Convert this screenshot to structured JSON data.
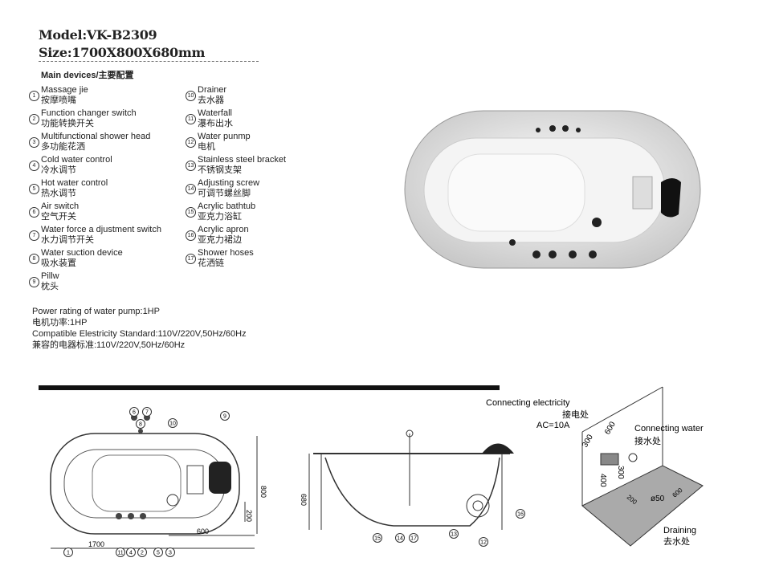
{
  "header": {
    "model": "Model:VK-B2309",
    "size": "Size:1700X800X680mm"
  },
  "devices": {
    "title": "Main devices/主要配置",
    "items": [
      {
        "n": "1",
        "en": "Massage jie",
        "zh": "按摩喷嘴"
      },
      {
        "n": "2",
        "en": "Function changer switch",
        "zh": "功能转换开关"
      },
      {
        "n": "3",
        "en": "Multifunctional shower head",
        "zh": "多功能花洒"
      },
      {
        "n": "4",
        "en": "Cold water control",
        "zh": "冷水调节"
      },
      {
        "n": "5",
        "en": "Hot water control",
        "zh": "热水调节"
      },
      {
        "n": "6",
        "en": "Air switch",
        "zh": "空气开关"
      },
      {
        "n": "7",
        "en": "Water force a djustment switch",
        "zh": "水力调节开关"
      },
      {
        "n": "8",
        "en": "Water suction device",
        "zh": "吸水装置"
      },
      {
        "n": "9",
        "en": "Pillw",
        "zh": "枕头"
      },
      {
        "n": "10",
        "en": "Drainer",
        "zh": "去水器"
      },
      {
        "n": "11",
        "en": "Waterfall",
        "zh": "瀑布出水"
      },
      {
        "n": "12",
        "en": "Water punmp",
        "zh": "电机"
      },
      {
        "n": "13",
        "en": "Stainless steel bracket",
        "zh": "不锈钢支架"
      },
      {
        "n": "14",
        "en": "Adjusting screw",
        "zh": "可调节螺丝脚"
      },
      {
        "n": "15",
        "en": "Acrylic bathtub",
        "zh": "亚克力浴缸"
      },
      {
        "n": "16",
        "en": "Acrylic apron",
        "zh": "亚克力裙边"
      },
      {
        "n": "17",
        "en": "Shower hoses",
        "zh": "花洒链"
      }
    ]
  },
  "power": {
    "lines": [
      "Power rating of water pump:1HP",
      "电机功率:1HP",
      "Compatible Elestricity Standard:110V/220V,50Hz/60Hz",
      "兼容的电器标准:110V/220V,50Hz/60Hz"
    ]
  },
  "top_view": {
    "dims": {
      "length": "1700",
      "width": "800",
      "d200": "200",
      "d600": "600"
    },
    "callouts": [
      "6",
      "7",
      "8",
      "10",
      "9",
      "1",
      "11",
      "4",
      "2",
      "5",
      "3"
    ]
  },
  "side_view": {
    "dims": {
      "height": "680"
    },
    "callouts": [
      "15",
      "14",
      "17",
      "13",
      "12",
      "16"
    ]
  },
  "install": {
    "electricity_en": "Connecting electricity",
    "electricity_zh": "接电处",
    "ac": "AC=10A",
    "water_en": "Connecting water",
    "water_zh": "接水处",
    "drain_en": "Draining",
    "drain_zh": "去水处",
    "dims": {
      "d300a": "300",
      "d600a": "600",
      "d400": "400",
      "d300b": "300",
      "d200": "200",
      "d50": "ø50",
      "d600b": "600"
    }
  }
}
